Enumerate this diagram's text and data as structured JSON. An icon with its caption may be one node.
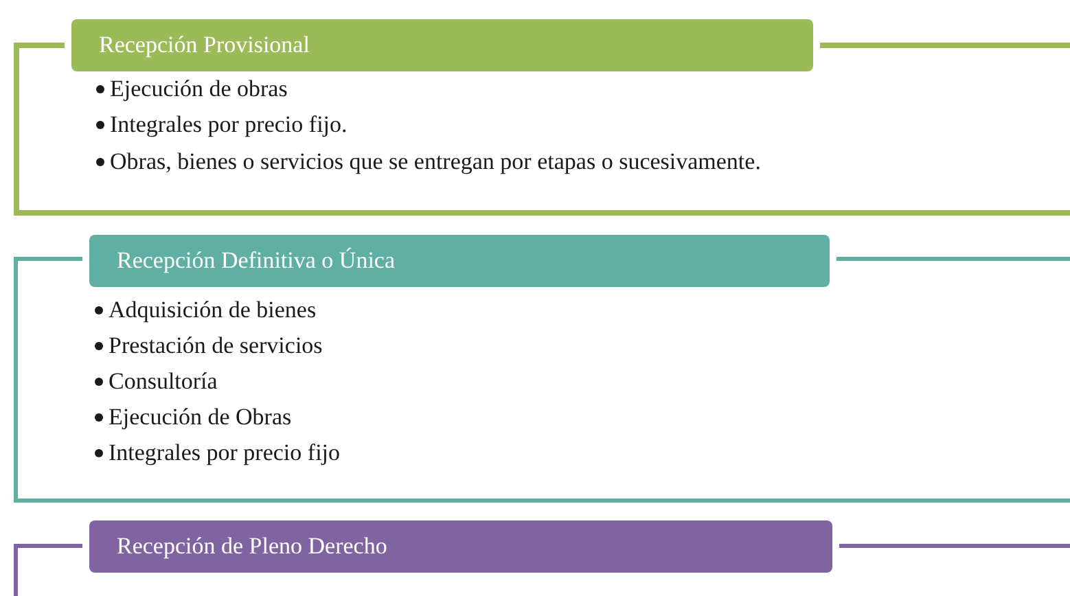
{
  "diagram": {
    "nodes": [
      {
        "text": [
          "Recepción Provisional",
          "Ejecución de obras",
          "Integrales por precio fijo.",
          "Obras, bienes o servicios que se entregan por etapas o sucesivamente."
        ]
      },
      {
        "text": [
          "Recepción Definitiva o Única",
          "Adquisición de bienes",
          "Prestación de servicios",
          "Consultoría",
          "Ejecución de Obras",
          "Integrales por precio fijo"
        ]
      },
      {
        "text": [
          "Recepción de Pleno Derecho"
        ]
      }
    ]
  }
}
